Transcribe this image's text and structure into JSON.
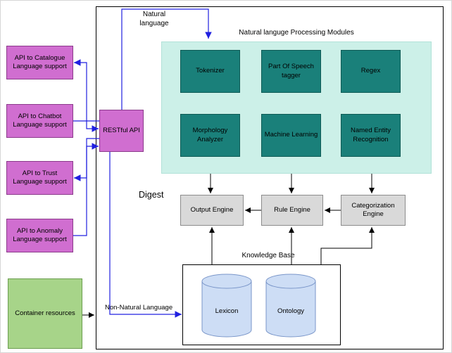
{
  "colors": {
    "node-magenta": "#d06ed0",
    "node-magenta-border": "#8b3a8b",
    "node-green": "#a7d489",
    "node-green-border": "#6b9e4f",
    "panel-mint": "#ccf0e8",
    "panel-mint-border": "#b2e2d8",
    "node-teal": "#1a807a",
    "node-teal-border": "#0e5a55",
    "node-gray": "#d9d9d9",
    "node-gray-border": "#8c8c8c",
    "cylinder-blue": "#cdddf5",
    "cylinder-blue-border": "#7a96c9",
    "arrow-blue": "#2020e0",
    "arrow-black": "#000000"
  },
  "api_panel": {
    "boxes": [
      {
        "label": "API to Catalogue Language support"
      },
      {
        "label": "API to Chatbot Language support"
      },
      {
        "label": "API to Trust Language support"
      },
      {
        "label": "API to Anomaly Language support"
      }
    ],
    "container_resources": "Container resources"
  },
  "restful_api": {
    "label": "RESTful API"
  },
  "flow_labels": {
    "natural_language": "Natural language",
    "non_natural_language": "Non-Natural Language",
    "digest": "Digest"
  },
  "nlp": {
    "title": "Natural languge Processing Modules",
    "modules": [
      {
        "label": "Tokenizer"
      },
      {
        "label": "Part Of Speech tagger"
      },
      {
        "label": "Regex"
      },
      {
        "label": "Morphology Analyzer"
      },
      {
        "label": "Machine Learning"
      },
      {
        "label": "Named Entity Recognition"
      }
    ]
  },
  "engines": [
    {
      "label": "Output Engine"
    },
    {
      "label": "Rule Engine"
    },
    {
      "label": "Categorization Engine"
    }
  ],
  "knowledge_base": {
    "title": "Knowledge Base",
    "stores": [
      {
        "label": "Lexicon"
      },
      {
        "label": "Ontology"
      }
    ]
  }
}
